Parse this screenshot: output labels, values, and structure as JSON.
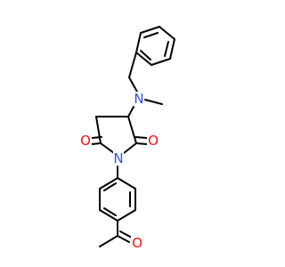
{
  "colors": {
    "bond": "#000000",
    "oxygen": "#ff0d0d",
    "nitrogen": "#3050f8",
    "background": "#ffffff"
  },
  "atoms": {
    "n_amine": {
      "symbol": "N",
      "element": "nitrogen"
    },
    "n_imide": {
      "symbol": "N",
      "element": "nitrogen"
    },
    "o_left": {
      "symbol": "O",
      "element": "oxygen"
    },
    "o_right": {
      "symbol": "O",
      "element": "oxygen"
    },
    "o_ketone": {
      "symbol": "O",
      "element": "oxygen"
    }
  }
}
